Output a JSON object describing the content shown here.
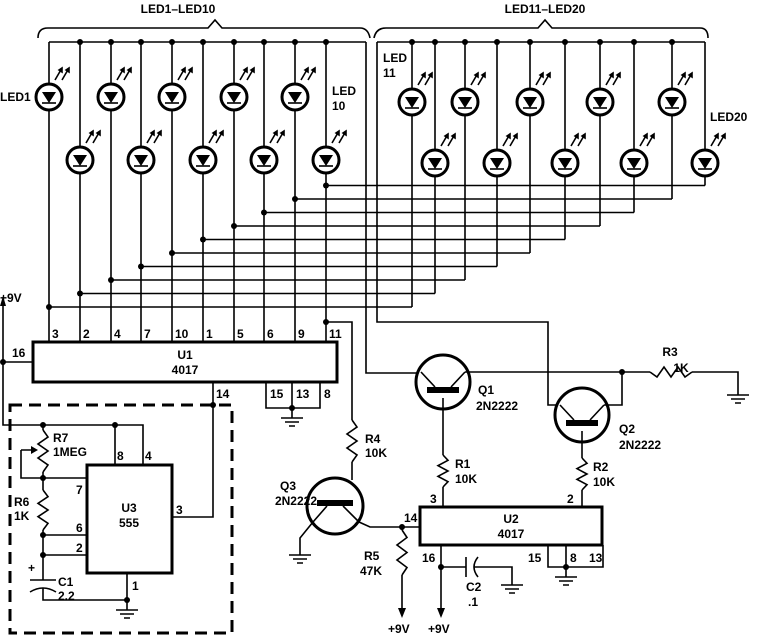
{
  "groups": {
    "left": "LED1–LED10",
    "right": "LED11–LED20"
  },
  "led_labels": {
    "led1": "LED1",
    "led10a": "LED",
    "led10b": "10",
    "led11a": "LED",
    "led11b": "11",
    "led20": "LED20"
  },
  "u1": {
    "name": "U1",
    "part": "4017",
    "top_pins": [
      "3",
      "2",
      "4",
      "7",
      "10",
      "1",
      "5",
      "6",
      "9",
      "11"
    ],
    "pin16": "16",
    "pin14": "14",
    "pin15": "15",
    "pin13": "13",
    "pin8": "8"
  },
  "supply_left": "+9V",
  "u3": {
    "name": "U3",
    "part": "555",
    "pin8": "8",
    "pin4": "4",
    "pin7": "7",
    "pin6": "6",
    "pin2": "2",
    "pin3": "3",
    "pin1": "1"
  },
  "r7": {
    "name": "R7",
    "value": "1MEG"
  },
  "r6": {
    "name": "R6",
    "value": "1K"
  },
  "c1": {
    "name": "C1",
    "value": "2.2",
    "polarity": "+"
  },
  "r4": {
    "name": "R4",
    "value": "10K"
  },
  "q3": {
    "name": "Q3",
    "part": "2N2222"
  },
  "q1": {
    "name": "Q1",
    "part": "2N2222"
  },
  "q2": {
    "name": "Q2",
    "part": "2N2222"
  },
  "r3": {
    "name": "R3",
    "value": "1K"
  },
  "r1": {
    "name": "R1",
    "value": "10K"
  },
  "r2": {
    "name": "R2",
    "value": "10K"
  },
  "r5": {
    "name": "R5",
    "value": "47K"
  },
  "c2": {
    "name": "C2",
    "value": ".1"
  },
  "u2": {
    "name": "U2",
    "part": "4017",
    "pin3": "3",
    "pin2": "2",
    "pin14": "14",
    "pin16": "16",
    "pin15": "15",
    "pin8": "8",
    "pin13": "13"
  },
  "supply_bottom": [
    "+9V",
    "+9V"
  ]
}
